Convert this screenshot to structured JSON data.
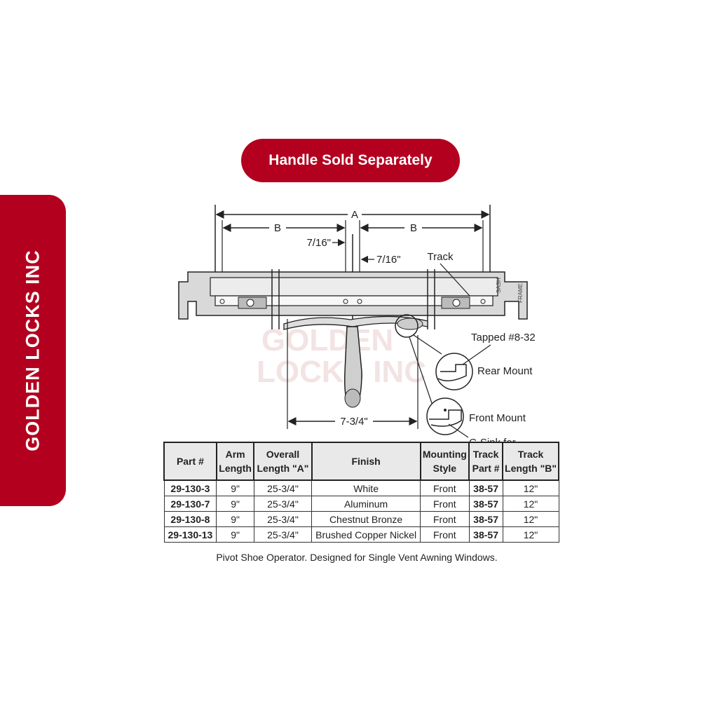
{
  "brand": {
    "name": "GOLDEN LOCKS INC",
    "color": "#b3001f"
  },
  "badge": {
    "label": "Handle Sold Separately"
  },
  "diagram": {
    "dim_a": "A",
    "dim_b_left": "B",
    "dim_b_right": "B",
    "dim_offset_left": "7/16\"",
    "dim_offset_right": "7/16\"",
    "track_label": "Track",
    "sash_label": "SASH",
    "frame_label": "FRAME",
    "tapped_label": "Tapped #8-32",
    "rear_mount_label": "Rear Mount",
    "front_mount_label": "Front Mount",
    "csink_label": "C-Sink for",
    "handle_width": "7-3/4\""
  },
  "table": {
    "headers": [
      [
        "Part #"
      ],
      [
        "Arm",
        "Length"
      ],
      [
        "Overall",
        "Length \"A\""
      ],
      [
        "Finish"
      ],
      [
        "Mounting",
        "Style"
      ],
      [
        "Track",
        "Part #"
      ],
      [
        "Track",
        "Length \"B\""
      ]
    ],
    "rows": [
      [
        "29-130-3",
        "9\"",
        "25-3/4\"",
        "White",
        "Front",
        "38-57",
        "12\""
      ],
      [
        "29-130-7",
        "9\"",
        "25-3/4\"",
        "Aluminum",
        "Front",
        "38-57",
        "12\""
      ],
      [
        "29-130-8",
        "9\"",
        "25-3/4\"",
        "Chestnut Bronze",
        "Front",
        "38-57",
        "12\""
      ],
      [
        "29-130-13",
        "9\"",
        "25-3/4\"",
        "Brushed Copper Nickel",
        "Front",
        "38-57",
        "12\""
      ]
    ]
  },
  "caption": "Pivot Shoe Operator. Designed for Single Vent Awning Windows."
}
